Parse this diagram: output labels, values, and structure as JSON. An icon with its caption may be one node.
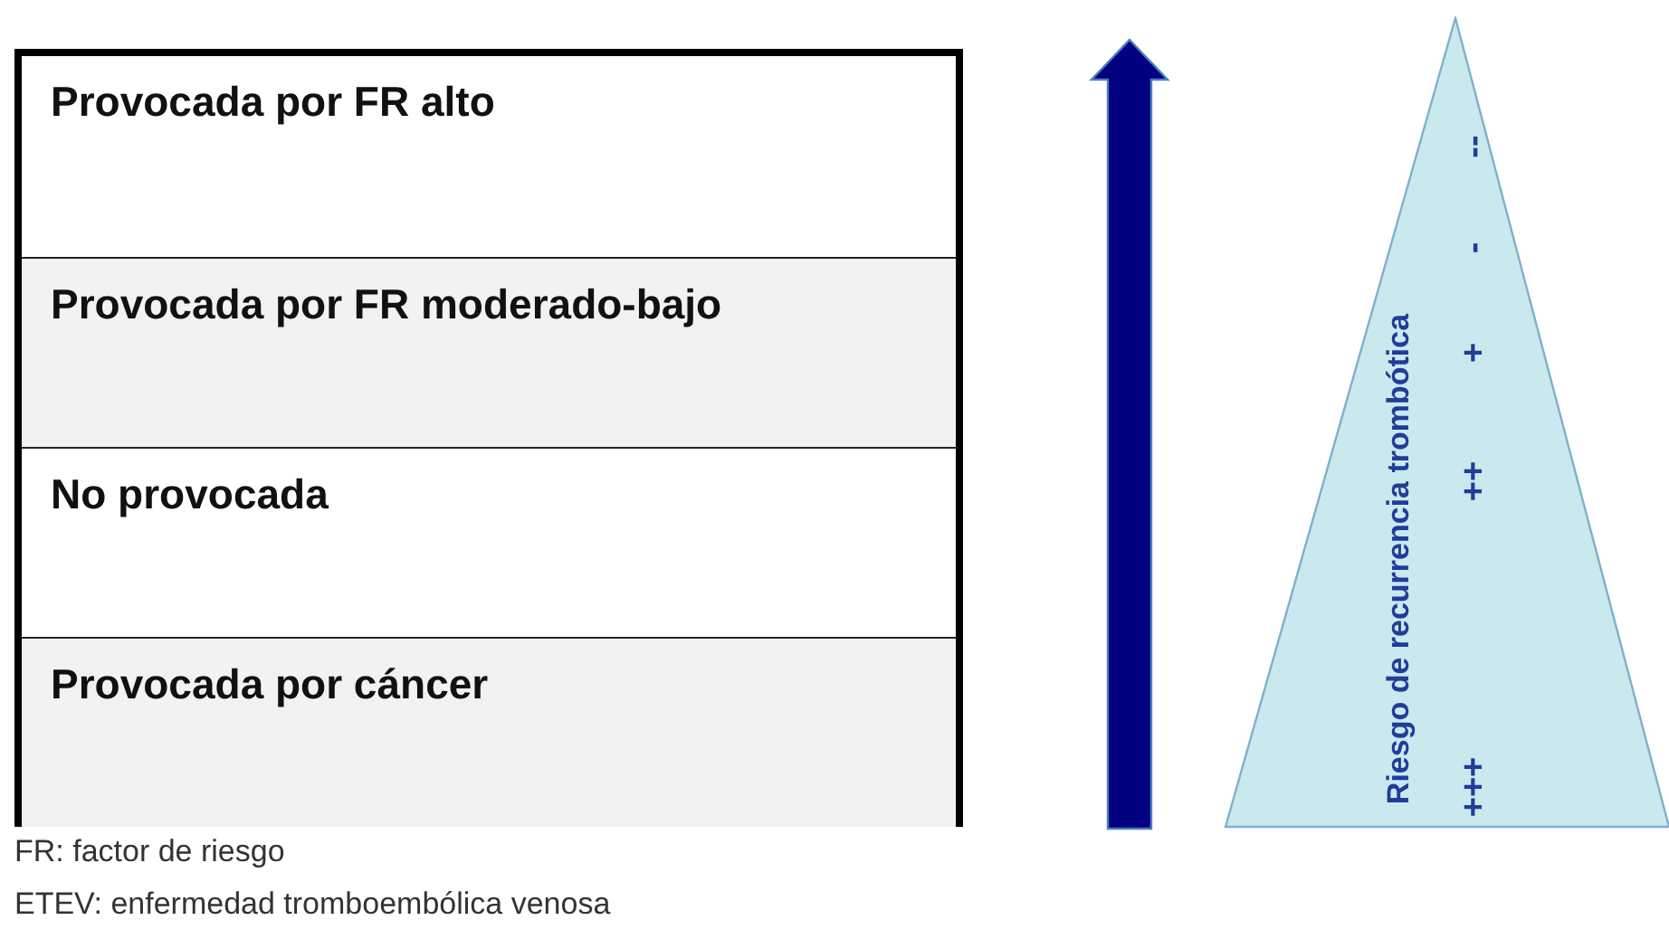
{
  "diagram": {
    "nodes": [
      {
        "text": [],
        "shape": "box"
      },
      {
        "text": [
          "Provocada por FR alto"
        ],
        "in": 0
      },
      {
        "text": [
          "Provocada por FR moderado-bajo"
        ],
        "in": 0
      },
      {
        "text": [
          "No provocada"
        ],
        "in": 0
      },
      {
        "text": [
          "Provocada por cáncer"
        ],
        "in": 0
      },
      {
        "text": [
          "Riesgo de recurrencia trombótica",
          "--",
          "-",
          "+",
          "++",
          "+++"
        ]
      }
    ],
    "edges": [],
    "labels": [
      "FR: factor de riesgo",
      "ETEV: enfermedad tromboembólica venosa"
    ]
  }
}
